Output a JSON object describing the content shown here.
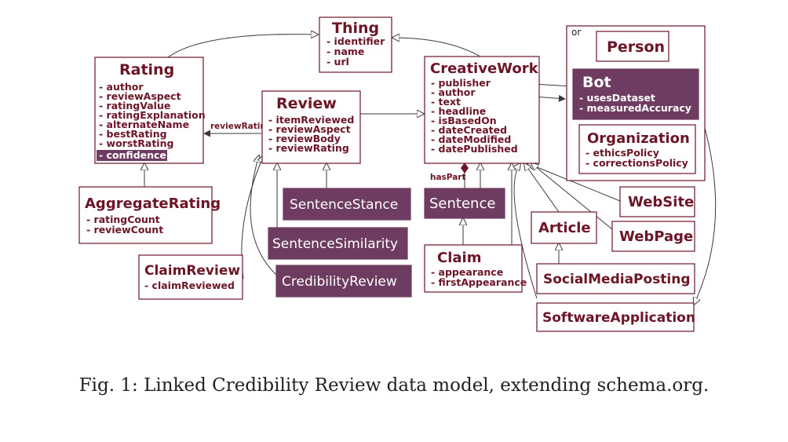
{
  "nodes": {
    "thing": {
      "title": "Thing",
      "attrs": [
        "- identifier",
        "- name",
        "- url"
      ]
    },
    "rating": {
      "title": "Rating",
      "attrs": [
        "- author",
        "- reviewAspect",
        "- ratingValue",
        "- ratingExplanation",
        "- alternateName",
        "- bestRating",
        "- worstRating",
        "- confidence"
      ],
      "highlighted_attr": "- confidence"
    },
    "review": {
      "title": "Review",
      "attrs": [
        "- itemReviewed",
        "- reviewAspect",
        "- reviewBody",
        "- reviewRating"
      ]
    },
    "creativework": {
      "title": "CreativeWork",
      "attrs": [
        "- publisher",
        "- author",
        "- text",
        "- headline",
        "- isBasedOn",
        "- dateCreated",
        "- dateModified",
        "- datePublished"
      ]
    },
    "or_group": {
      "label": "or"
    },
    "person": {
      "title": "Person"
    },
    "bot": {
      "title": "Bot",
      "attrs": [
        "- usesDataset",
        "- measuredAccuracy"
      ]
    },
    "organization": {
      "title": "Organization",
      "attrs": [
        "- ethicsPolicy",
        "- correctionsPolicy"
      ]
    },
    "aggregaterating": {
      "title": "AggregateRating",
      "attrs": [
        "- ratingCount",
        "- reviewCount"
      ]
    },
    "sentencestance": {
      "title": "SentenceStance"
    },
    "sentencesimilarity": {
      "title": "SentenceSimilarity"
    },
    "credibilityreview": {
      "title": "CredibilityReview"
    },
    "claimreview": {
      "title": "ClaimReview",
      "attrs": [
        "- claimReviewed"
      ]
    },
    "sentence": {
      "title": "Sentence"
    },
    "claim": {
      "title": "Claim",
      "attrs": [
        "- appearance",
        "- firstAppearance"
      ]
    },
    "website": {
      "title": "WebSite"
    },
    "webpage": {
      "title": "WebPage"
    },
    "article": {
      "title": "Article"
    },
    "socialmediaposting": {
      "title": "SocialMediaPosting"
    },
    "softwareapplication": {
      "title": "SoftwareApplication"
    }
  },
  "edges": {
    "review_rating": "reviewRating",
    "has_part": "hasPart"
  },
  "colors": {
    "primary": "#6b1526",
    "filled": "#6e3c60",
    "edge": "#3a3a3a"
  },
  "caption": "Fig. 1: Linked Credibility Review data model, extending schema.org."
}
